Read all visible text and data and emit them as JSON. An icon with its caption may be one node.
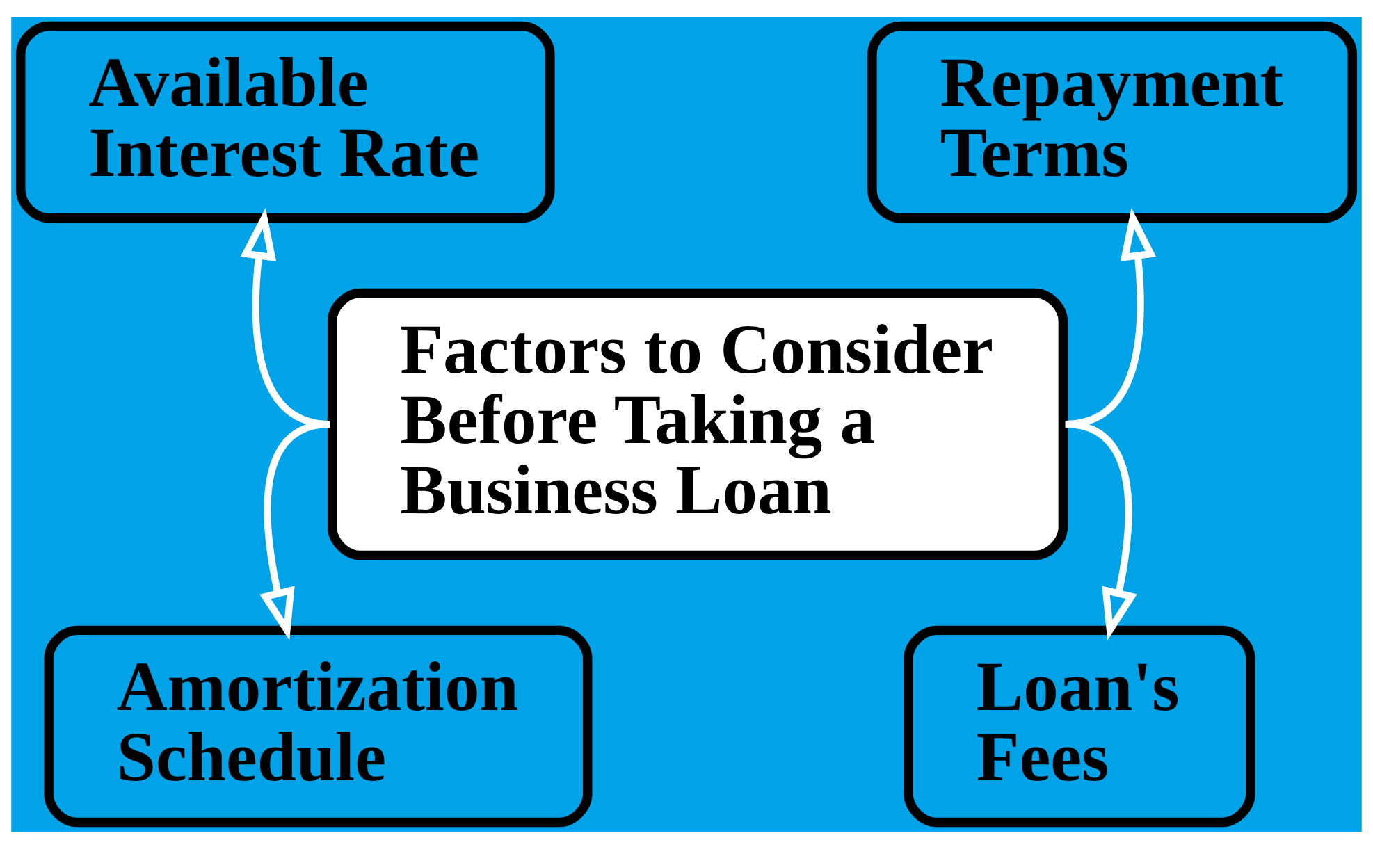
{
  "diagram": {
    "nodes": [
      {
        "text": [
          "Available Interest Rate"
        ]
      },
      {
        "text": [
          "Repayment Terms"
        ]
      },
      {
        "text": [
          "Factors to Consider Before Taking a Business Loan"
        ]
      },
      {
        "text": [
          "Amortization Schedule"
        ]
      },
      {
        "text": [
          "Loan's Fees"
        ]
      }
    ],
    "edges": [
      {
        "from": 2,
        "to": 0,
        "arrow": "to"
      },
      {
        "from": 2,
        "to": 3,
        "arrow": "to"
      },
      {
        "from": 2,
        "to": 1,
        "arrow": "to"
      },
      {
        "from": 2,
        "to": 4,
        "arrow": "to"
      }
    ]
  }
}
